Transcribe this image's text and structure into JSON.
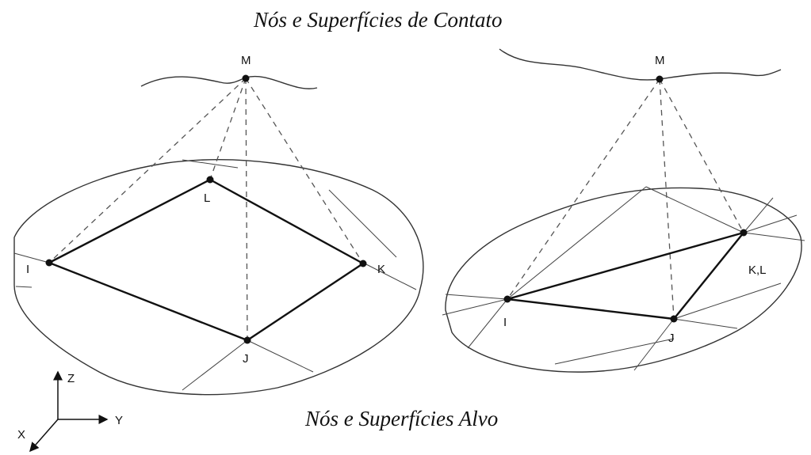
{
  "titles": {
    "contact": "Nós e Superfícies de Contato",
    "target": "Nós e Superfícies Alvo"
  },
  "left_figure": {
    "node_labels": {
      "M": "M",
      "L": "L",
      "I": "I",
      "K": "K",
      "J": "J"
    }
  },
  "right_figure": {
    "node_labels": {
      "M": "M",
      "I": "I",
      "J": "J",
      "KL": "K,L"
    }
  },
  "axes": {
    "z": "Z",
    "y": "Y",
    "x": "X"
  }
}
